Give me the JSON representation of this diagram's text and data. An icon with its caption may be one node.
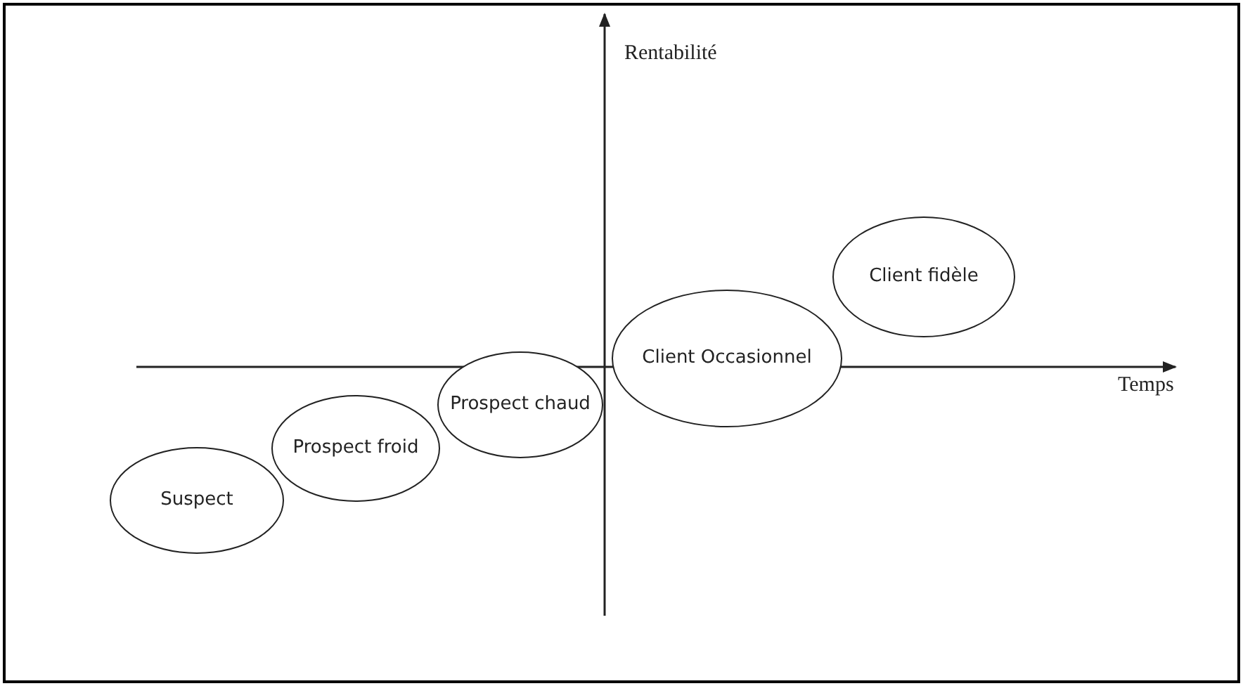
{
  "diagram": {
    "nodes": [
      {
        "text": [
          "Suspect"
        ]
      },
      {
        "text": [
          "Prospect froid"
        ]
      },
      {
        "text": [
          "Prospect chaud"
        ]
      },
      {
        "text": [
          "Client Occasionnel"
        ]
      },
      {
        "text": [
          "Client fidèle"
        ]
      }
    ],
    "labels": [
      "Rentabilité",
      "Temps"
    ]
  }
}
